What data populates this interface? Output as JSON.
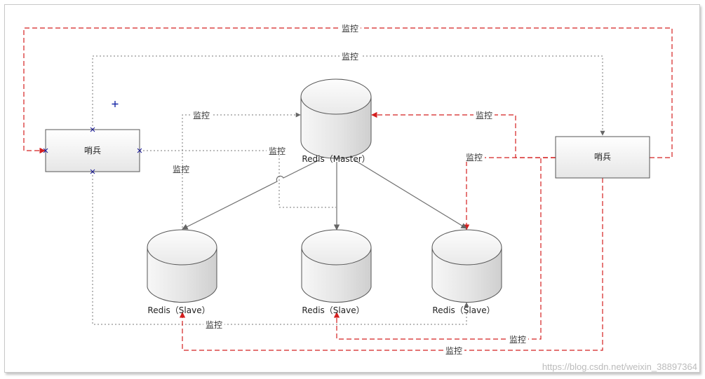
{
  "nodes": {
    "sentinel_left": "哨兵",
    "sentinel_right": "哨兵",
    "master": "Redis（Master）",
    "slave_left": "Redis（Slave）",
    "slave_middle": "Redis（Slave）",
    "slave_right": "Redis（Slave）"
  },
  "edge_labels": {
    "top_red": "监控",
    "top_gray": "监控",
    "left_to_master": "监控",
    "left_to_slave_vertical": "监控",
    "left_horizontal": "监控",
    "right_to_master": "监控",
    "right_to_slave_right": "监控",
    "bottom_gray": "监控",
    "bottom_red_inner": "监控",
    "bottom_red_outer": "监控"
  },
  "watermark": "https://blog.csdn.net/weixin_38897364",
  "colors": {
    "red_line": "#d42020",
    "gray_line": "#777777",
    "solid_arrow": "#6f6f6f"
  }
}
